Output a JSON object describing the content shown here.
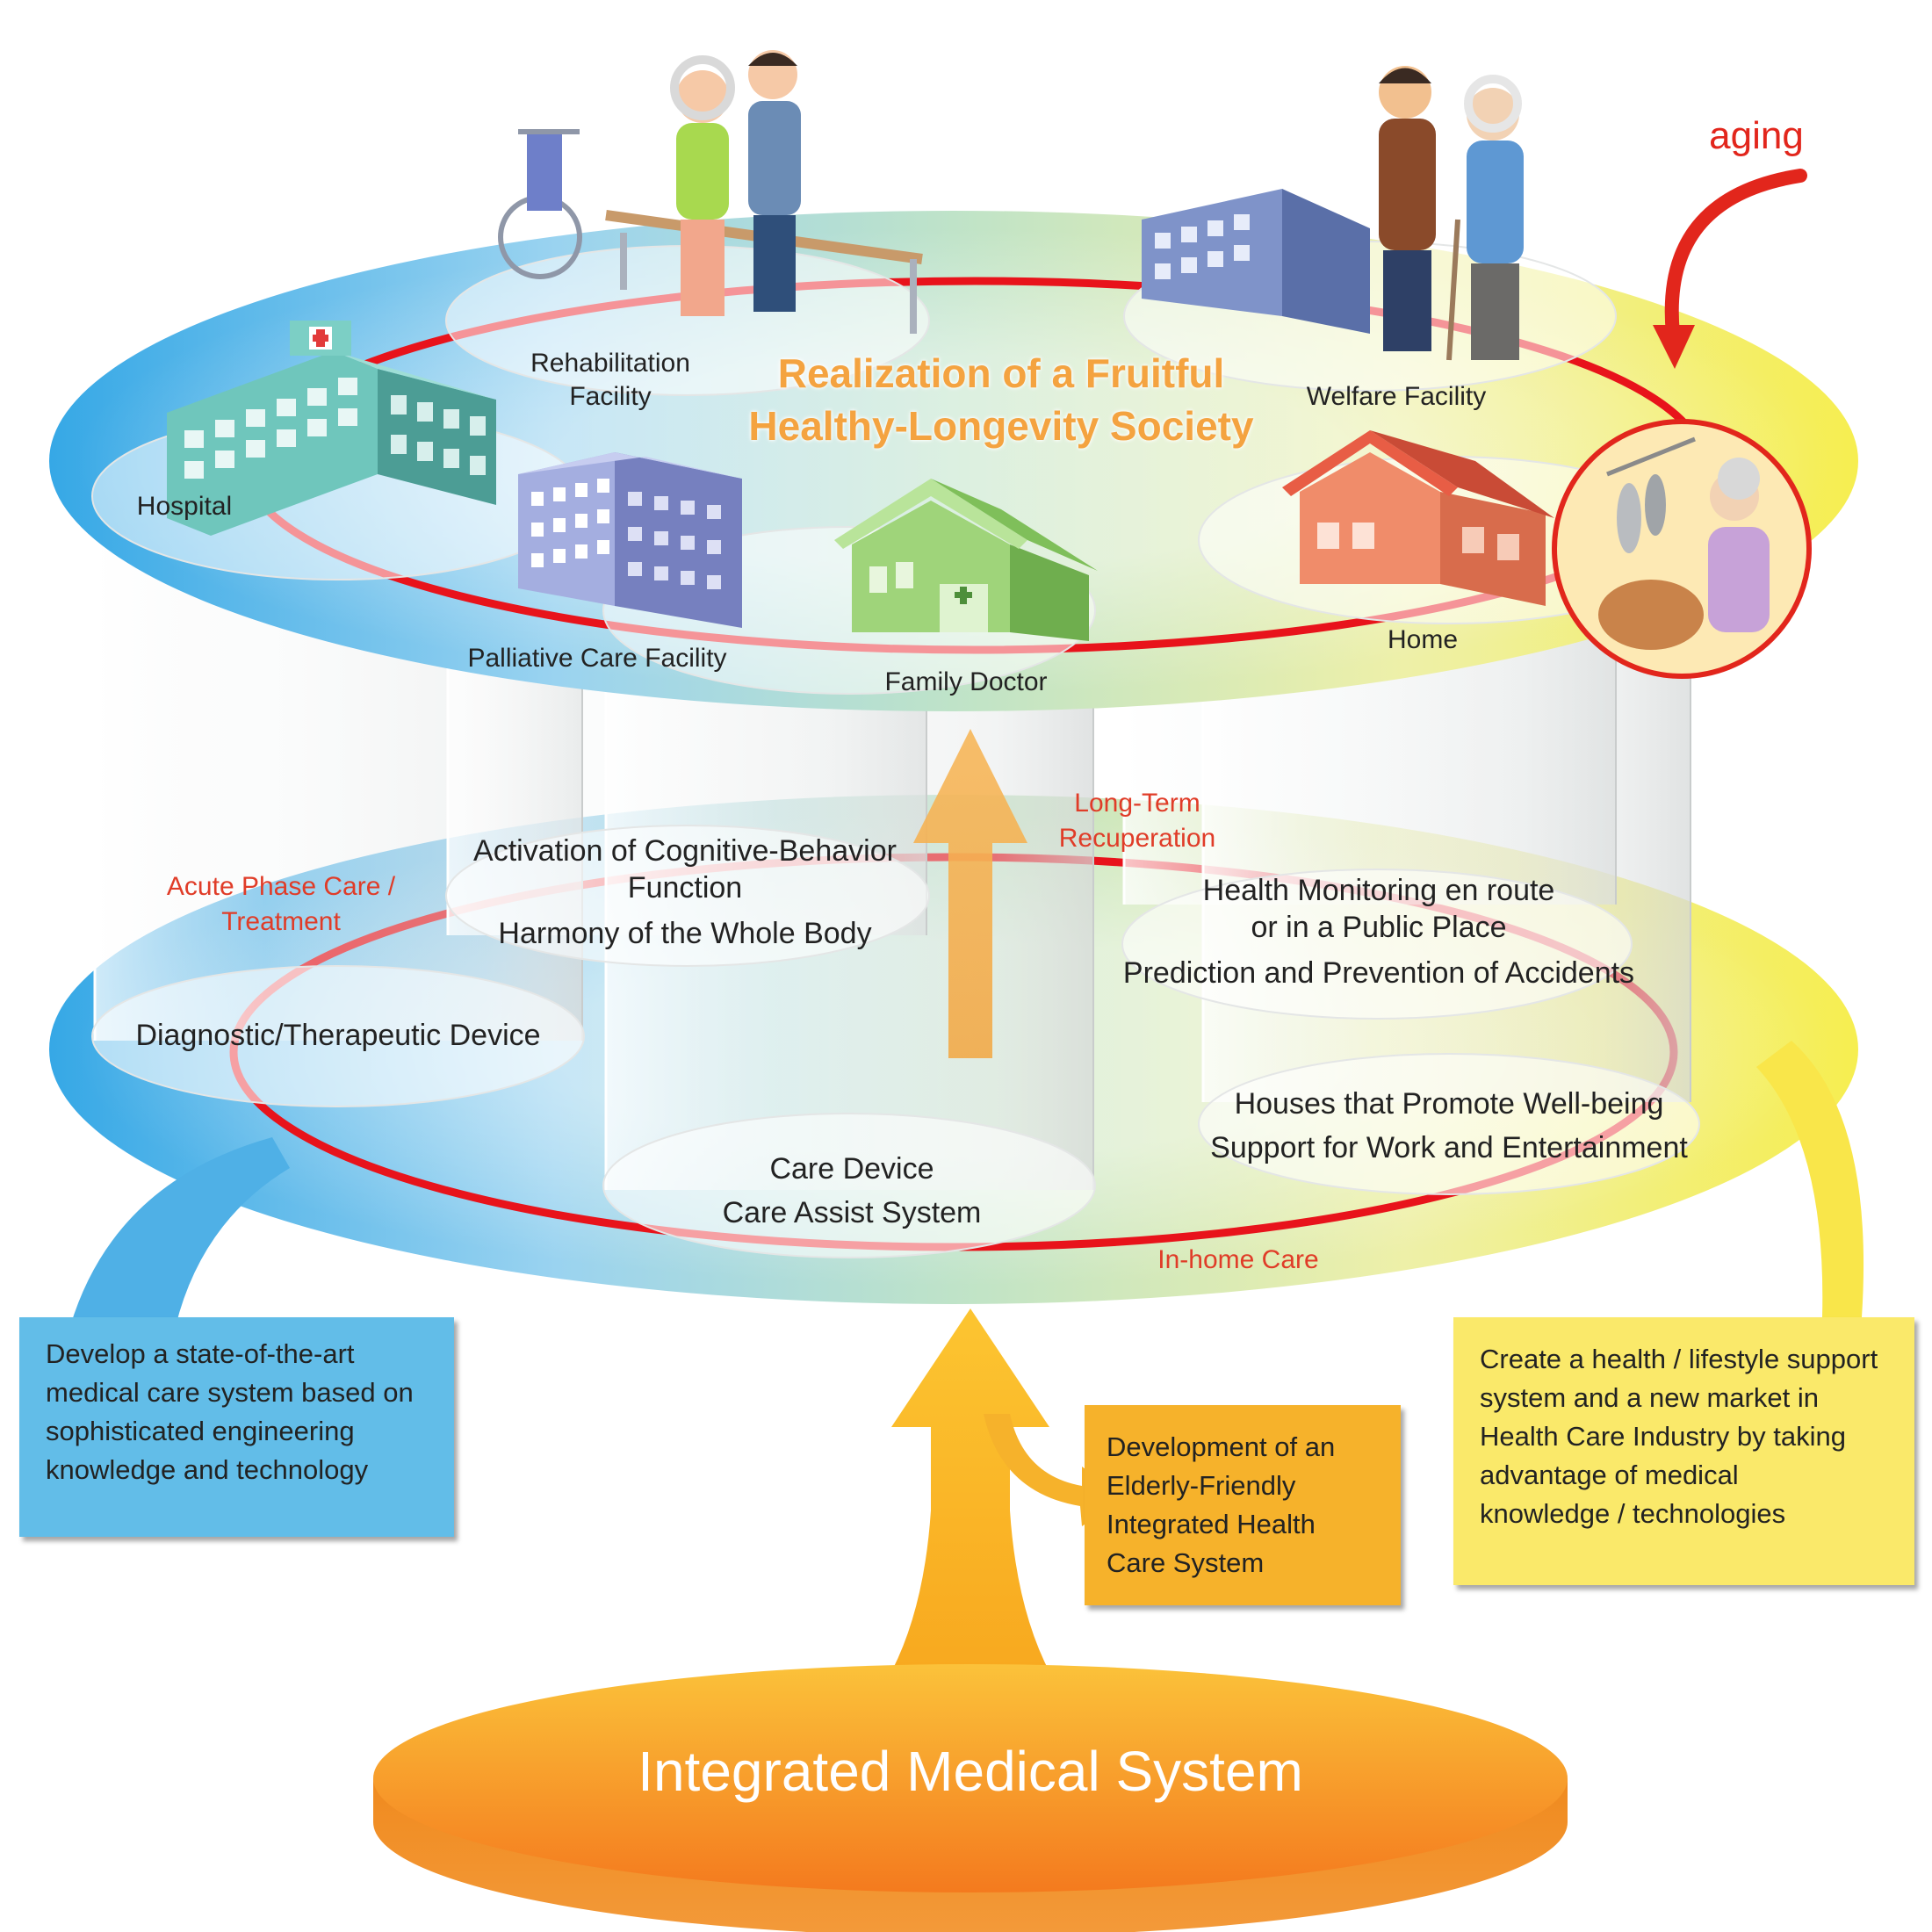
{
  "top_level": {
    "title_line1": "Realization of a Fruitful",
    "title_line2": "Healthy-Longevity Society",
    "aging": "aging",
    "facilities": {
      "rehab_line1": "Rehabilitation",
      "rehab_line2": "Facility",
      "welfare": "Welfare Facility",
      "hospital": "Hospital",
      "palliative": "Palliative Care Facility",
      "family_doctor": "Family Doctor",
      "home": "Home"
    }
  },
  "lower_level": {
    "acute_line1": "Acute Phase Care /",
    "acute_line2": "Treatment",
    "long_term_line1": "Long-Term",
    "long_term_line2": "Recuperation",
    "in_home": "In-home Care",
    "diagnostic": "Diagnostic/Therapeutic Device",
    "cognitive_line1": "Activation of Cognitive-Behavior",
    "cognitive_line2": "Function",
    "cognitive_line3": "Harmony of the Whole Body",
    "monitoring_line1": "Health Monitoring en route",
    "monitoring_line2": "or in a Public Place",
    "monitoring_line3": "Prediction and Prevention of Accidents",
    "houses_line1": "Houses that Promote Well-being",
    "houses_line2": "Support for Work and Entertainment",
    "care_line1": "Care Device",
    "care_line2": "Care Assist System"
  },
  "boxes": {
    "blue": [
      "Develop a state-of-the-art",
      "medical care system based on",
      "sophisticated engineering",
      "knowledge and technology"
    ],
    "orange": [
      "Development of an",
      "Elderly-Friendly",
      "Integrated Health",
      "Care System"
    ],
    "yellow": [
      "Create a health / lifestyle support",
      "system and a new market in",
      "Health Care Industry by taking",
      "advantage of medical",
      "knowledge / technologies"
    ]
  },
  "base": {
    "title": "Integrated Medical System"
  },
  "colors": {
    "blue": "#4fb8e8",
    "green": "#a8d8a0",
    "yellow": "#f8ee70",
    "red_ring": "#e8131b",
    "orange": "#f5a623",
    "blue_box": "#62bde8",
    "yellow_box": "#fae96a",
    "orange_box": "#f6b22b"
  }
}
